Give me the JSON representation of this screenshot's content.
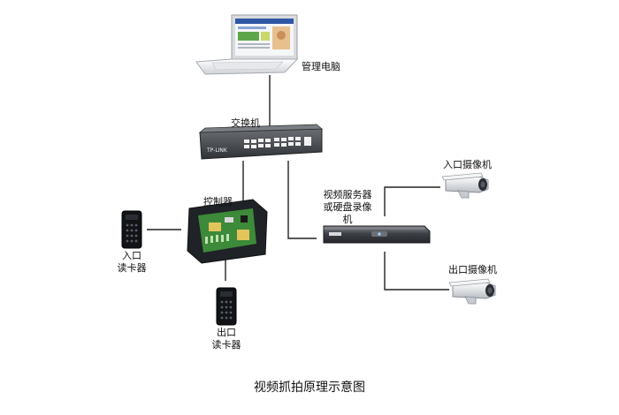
{
  "labels": {
    "pc": "管理电脑",
    "switch": "交换机",
    "controller": "控制器",
    "nvr_line1": "视频服务器",
    "nvr_line2": "或硬盘录像",
    "nvr_line3": "机",
    "entry_camera": "入口摄像机",
    "exit_camera": "出口摄像机",
    "entry_reader_line1": "入口",
    "entry_reader_line2": "读卡器",
    "exit_reader_line1": "出口",
    "exit_reader_line2": "读卡器",
    "switch_brand": "TP-LINK"
  },
  "caption": "视频抓拍原理示意图",
  "colors": {
    "line": "#222222",
    "device_dark": "#3c3f44",
    "switch_body": "#4a4d52",
    "pcb_green": "#3d8a3a",
    "screen_blue": "#2e57a6",
    "camera_body": "#e9ebee",
    "background": "#ffffff"
  }
}
